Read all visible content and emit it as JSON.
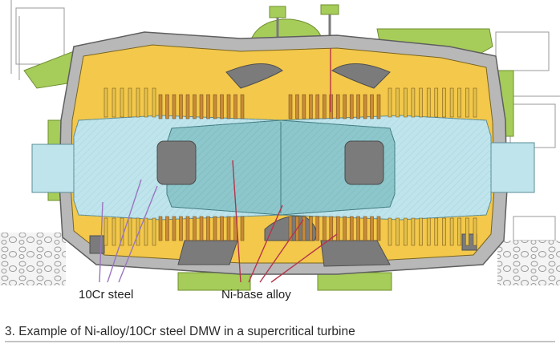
{
  "labels": {
    "cr_steel": "10Cr steel",
    "ni_alloy": "Ni-base alloy"
  },
  "caption": "3. Example of Ni-alloy/10Cr steel DMW in a supercritical turbine",
  "colors": {
    "casing_yellow": "#f3c84b",
    "support_green": "#a6cd5a",
    "rotor_steel": "#bfe4ec",
    "rotor_ni": "#8dc7cc",
    "blade_orange": "#c98a36",
    "cavity_gray": "#7b7b7b",
    "leader_purple": "#9a76bf",
    "leader_red": "#b5344a"
  }
}
